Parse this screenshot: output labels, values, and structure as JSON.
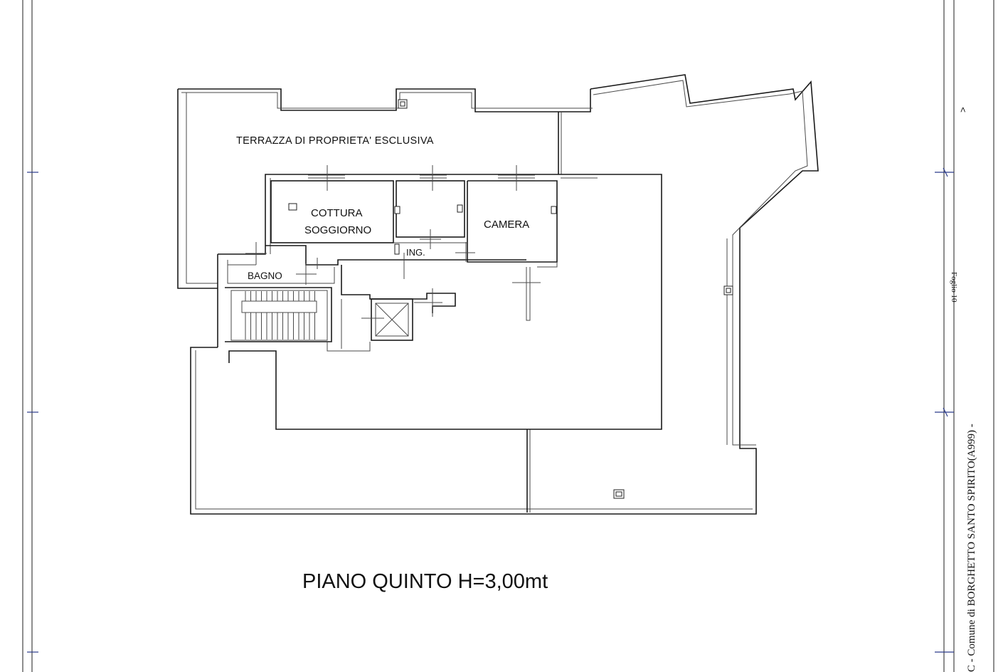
{
  "plan": {
    "title": "PIANO QUINTO H=3,00mt",
    "rooms": {
      "terrace": "TERRAZZA DI PROPRIETA' ESCLUSIVA",
      "kitchen_line1": "COTTURA",
      "kitchen_line2": "SOGGIORNO",
      "bedroom": "CAMERA",
      "entrance": "ING.",
      "bathroom": "BAGNO"
    },
    "side_text": "C - Comune di BORGHETTO SANTO SPIRITO(A999) -",
    "stamp_text": "Foglio 10",
    "arrow": ">"
  }
}
